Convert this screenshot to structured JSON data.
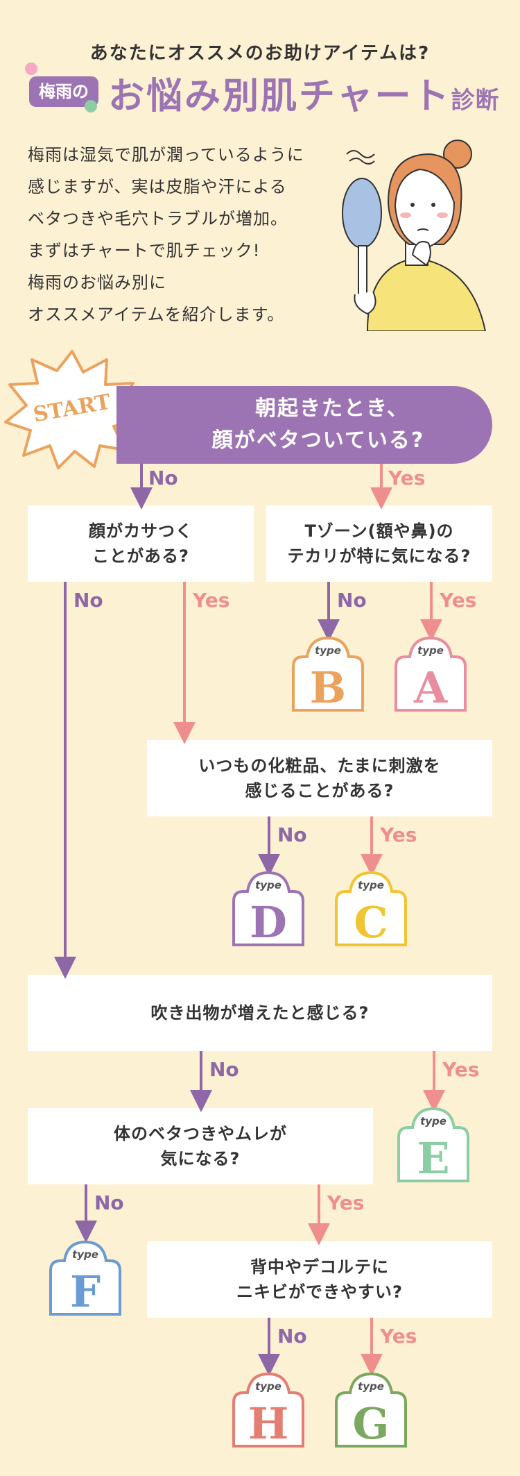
{
  "header": {
    "subtitle": "あなたにオススメのお助けアイテムは?",
    "badge": "梅雨の",
    "title_main": "お悩み別肌チャート",
    "title_small": "診断"
  },
  "intro": {
    "lines": [
      "梅雨は湿気で肌が潤っているように",
      "感じますが、実は皮脂や汗による",
      "ベタつきや毛穴トラブルが増加。",
      "まずはチャートで肌チェック!",
      "梅雨のお悩み別に",
      "オススメアイテムを紹介します。"
    ]
  },
  "start": {
    "label": "START",
    "question_line1": "朝起きたとき、",
    "question_line2": "顔がベタついている?"
  },
  "questions": {
    "q2": [
      "顔がカサつく",
      "ことがある?"
    ],
    "q3": [
      "Tゾーン(額や鼻)の",
      "テカリが特に気になる?"
    ],
    "q4": [
      "いつもの化粧品、たまに刺激を",
      "感じることがある?"
    ],
    "q5": [
      "吹き出物が増えたと感じる?"
    ],
    "q6": [
      "体のベタつきやムレが",
      "気になる?"
    ],
    "q7": [
      "背中やデコルテに",
      "ニキビができやすい?"
    ]
  },
  "labels": {
    "no": "No",
    "yes": "Yes"
  },
  "types": {
    "prefix": "type",
    "A": "A",
    "B": "B",
    "C": "C",
    "D": "D",
    "E": "E",
    "F": "F",
    "G": "G",
    "H": "H"
  },
  "colors": {
    "purple": "#9d74b3",
    "pink": "#ef8f8d",
    "background": "#fdf1d3",
    "typeA": "#e98ea0",
    "typeB": "#eba25d",
    "typeC": "#f0c531",
    "typeD": "#9d74b3",
    "typeE": "#8ccda3",
    "typeF": "#6a9bd4",
    "typeG": "#7aa85f",
    "typeH": "#e57e72"
  }
}
